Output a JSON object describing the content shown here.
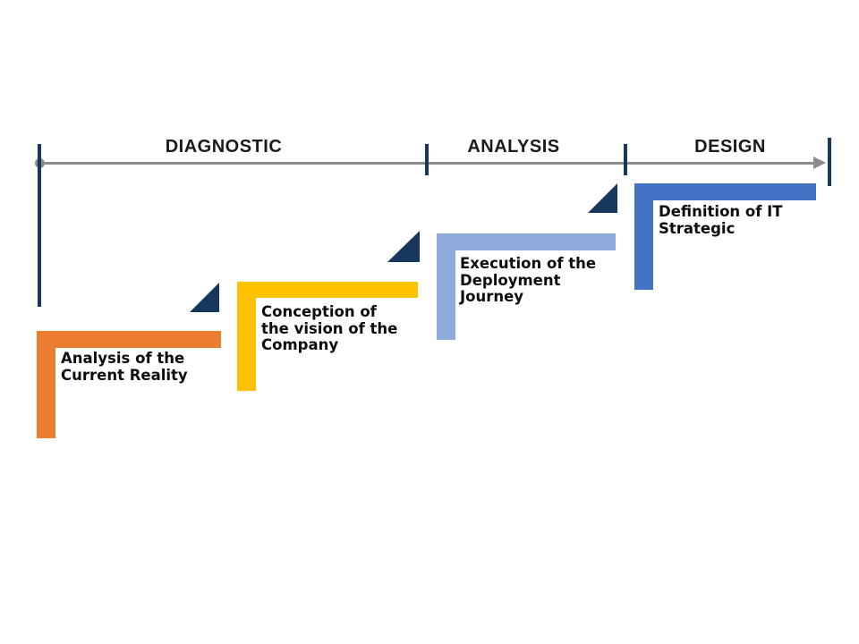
{
  "timeline": {
    "phases": [
      {
        "label": "DIAGNOSTIC"
      },
      {
        "label": "ANALYSIS"
      },
      {
        "label": "DESIGN"
      }
    ],
    "axis_color": "#8C8C8C",
    "tick_color": "#17375E"
  },
  "steps": [
    {
      "label": "Analysis of the\nCurrent Reality",
      "color": "#ED7D31"
    },
    {
      "label": "Conception of\nthe vision of the\nCompany",
      "color": "#FFC000"
    },
    {
      "label": "Execution of the\nDeployment\nJourney",
      "color": "#8FAADC"
    },
    {
      "label": "Definition of IT\nStrategic",
      "color": "#4472C4"
    }
  ],
  "colors": {
    "triangle": "#17375E",
    "text": "#0D0D0D",
    "background": "#FFFFFF"
  }
}
